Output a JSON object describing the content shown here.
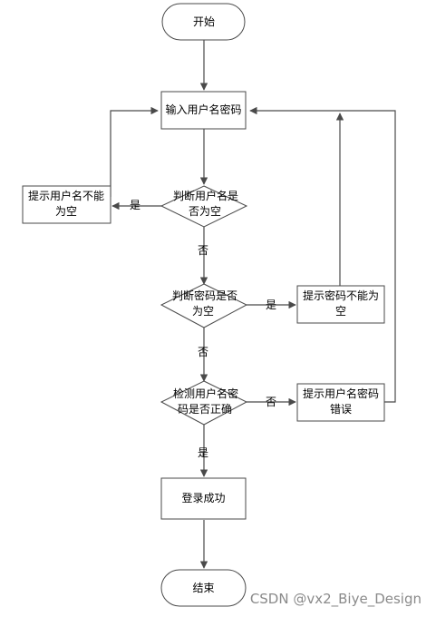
{
  "flowchart": {
    "start": "开始",
    "input": "输入用户名密码",
    "check_username_empty": [
      "判断用户名是",
      "否为空"
    ],
    "hint_username_empty": [
      "提示用户名不能",
      "为空"
    ],
    "check_password_empty": [
      "判断密码是否",
      "为空"
    ],
    "hint_password_empty": [
      "提示密码不能为",
      "空"
    ],
    "check_credentials": [
      "检测用户名密",
      "码是否正确"
    ],
    "hint_credentials_wrong": [
      "提示用户名密码",
      "错误"
    ],
    "login_success": "登录成功",
    "end": "结束",
    "yes": "是",
    "no": "否"
  },
  "watermark": "CSDN @vx2_Biye_Design"
}
